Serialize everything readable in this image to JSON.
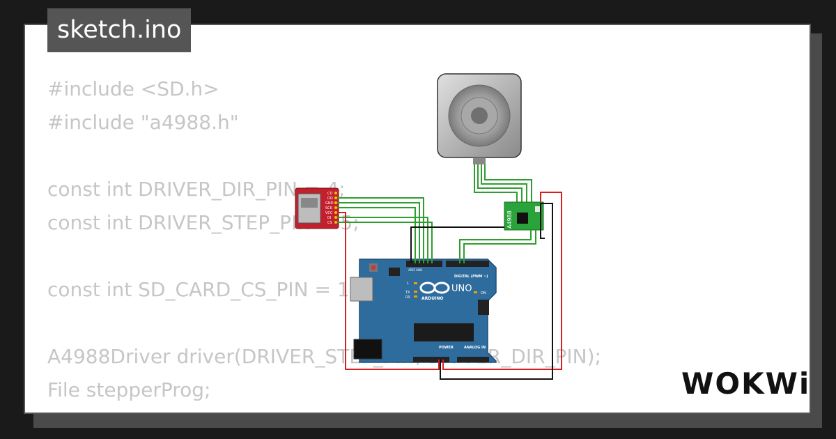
{
  "file_tab": {
    "title": "sketch.ino"
  },
  "code_lines": [
    "#include <SD.h>",
    "#include \"a4988.h\"",
    "",
    "const int DRIVER_DIR_PIN = 4;",
    "const int DRIVER_STEP_PIN = 5;",
    "",
    "const int SD_CARD_CS_PIN = 10;",
    "",
    "A4988Driver driver(DRIVER_STEP_PIN, DRIVER_DIR_PIN);",
    "File stepperProg;"
  ],
  "driver_board": {
    "label": "A4988"
  },
  "arduino": {
    "brand": "ARDUINO",
    "model": "UNO",
    "digital_header_label": "DIGITAL (PWM ~)",
    "power_label": "POWER",
    "analog_label": "ANALOG IN",
    "on_label": "ON",
    "tx_label": "TX",
    "rx_label": "RX",
    "l_label": "L",
    "aref_label": "AREF",
    "gnd_label": "GND"
  },
  "sd_module": {
    "pins": [
      "CD",
      "DO",
      "GND",
      "SCK",
      "VCC",
      "DI",
      "CS"
    ]
  },
  "logo": {
    "text": "WOKWi"
  },
  "colors": {
    "background": "#1a1a1a",
    "card": "#ffffff",
    "tab": "#555555",
    "code_text": "#c6c6c6",
    "wire_green": "#2e9e2e",
    "wire_red": "#d42020",
    "wire_black": "#111111",
    "arduino_blue": "#2f6c9e",
    "driver_green": "#2aa33a",
    "sd_red": "#c2202c"
  }
}
